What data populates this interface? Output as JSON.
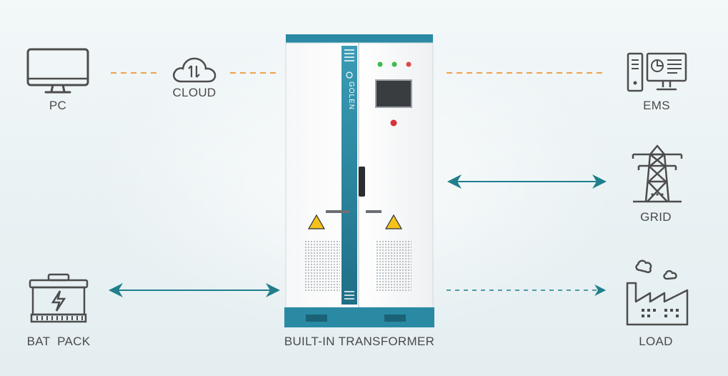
{
  "labels": {
    "pc": "PC",
    "cloud": "CLOUD",
    "ems": "EMS",
    "grid": "GRID",
    "bat_pack": "BAT  PACK",
    "load": "LOAD",
    "cabinet": "BUILT-IN TRANSFORMER"
  },
  "cabinet": {
    "brand": "GOLEN"
  },
  "icons": {
    "pc": "monitor-icon",
    "cloud": "cloud-sync-icon",
    "ems": "ems-workstation-icon",
    "grid": "power-tower-icon",
    "battery": "battery-icon",
    "load": "factory-icon"
  },
  "colors": {
    "dashed_link": "#f0a24a",
    "power_link": "#1f7f8c",
    "icon_stroke": "#4d4d4d",
    "cabinet_accent": "#2a8aa4"
  }
}
